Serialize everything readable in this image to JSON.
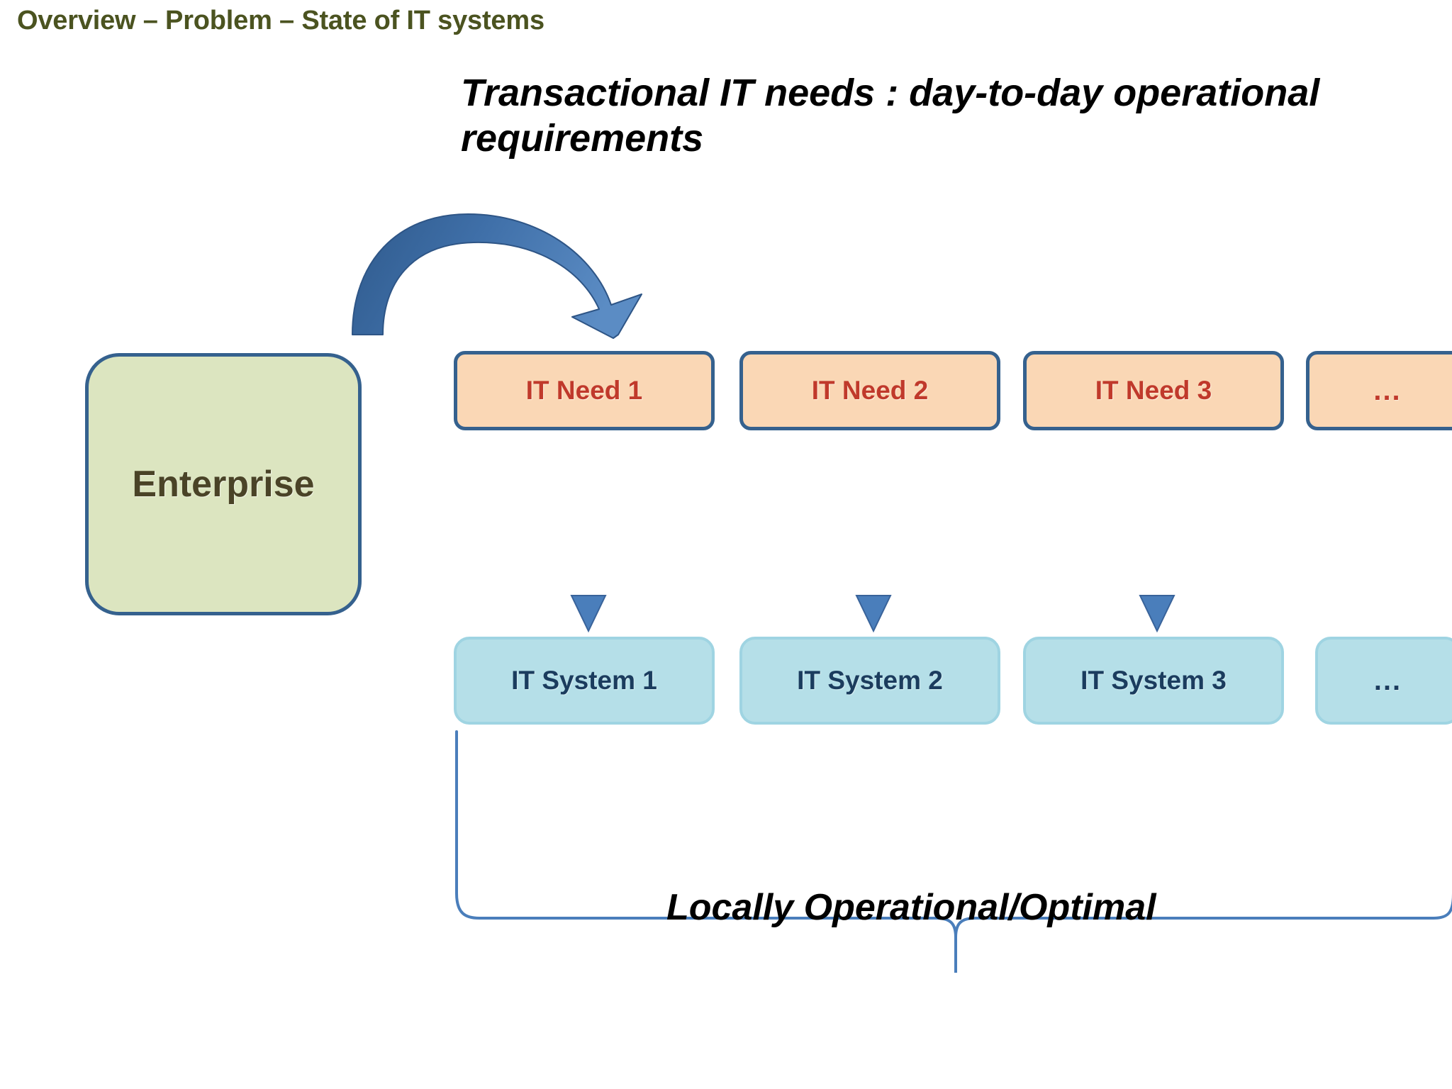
{
  "slide": {
    "title": "Overview – Problem – State of IT systems",
    "headline_line1": "Transactional IT needs : day-to-day operational",
    "headline_line2": "requirements",
    "caption": "Locally  Operational/Optimal"
  },
  "enterprise": {
    "label": "Enterprise"
  },
  "needs_row": [
    {
      "label": "IT Need 1"
    },
    {
      "label": "IT Need 2"
    },
    {
      "label": "IT Need 3"
    },
    {
      "label": "..."
    }
  ],
  "systems_row": [
    {
      "label": "IT System 1"
    },
    {
      "label": "IT System 2"
    },
    {
      "label": "IT System 3"
    },
    {
      "label": "..."
    }
  ],
  "colors": {
    "title_olive": "#4B5320",
    "enterprise_fill": "#DCE5C0",
    "enterprise_text": "#4A4327",
    "need_fill": "#FAD7B5",
    "need_text": "#C0392B",
    "need_border": "#35618E",
    "system_fill": "#B5DFE8",
    "system_text": "#1B3C5E",
    "system_border": "#9FD4E2",
    "arrow_blue": "#4A7EBB",
    "curve_arrow_dark": "#3A6299",
    "brace_blue": "#4A7EBB",
    "background": "#FFFFFF"
  },
  "icons": {
    "curved_arrow": "curved-arrow-icon",
    "down_arrow": "down-arrow-icon",
    "brace": "curly-brace-icon"
  }
}
